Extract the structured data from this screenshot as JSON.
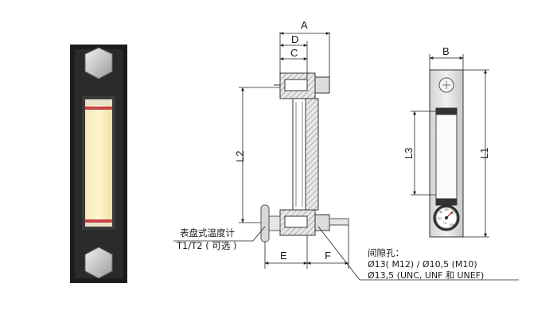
{
  "dimensions": {
    "A": "A",
    "B": "B",
    "C": "C",
    "D": "D",
    "E": "E",
    "F": "F",
    "L1": "L1",
    "L2": "L2",
    "L3": "L3"
  },
  "thermometer_callout": {
    "line1": "表盘式温度计",
    "line2": "T1/T2 ( 可选 )"
  },
  "hole_note": {
    "line1": "间隙孔：",
    "line2": "Ø13( M12) / Ø10,5 (M10)",
    "line3": "Ø13,5 (UNC, UNF 和 UNEF)"
  },
  "gauge_scale": {
    "tick_low": "20",
    "tick_mid": "40",
    "tick_high": "60",
    "tick_top": "80",
    "tick_max": "100",
    "unit": "°C"
  }
}
